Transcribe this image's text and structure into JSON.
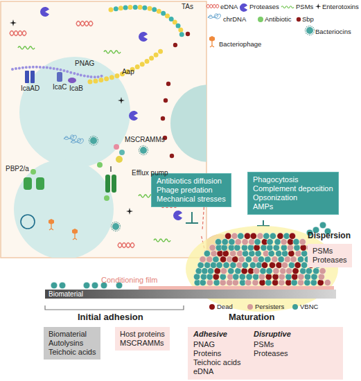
{
  "diagram": {
    "nodes": [
      {
        "text": [
          "Antibiotics diffusion",
          "Phage predation",
          "Mechanical stresses"
        ]
      },
      {
        "text": [
          "Phagocytosis",
          "Complement deposition",
          "Opsonization",
          "AMPs"
        ]
      },
      {
        "text": [
          "Dispersion",
          "PSMs",
          "Proteases"
        ]
      },
      {
        "text": [
          "Biomaterial",
          "Autolysins",
          "Teichoic acids"
        ]
      },
      {
        "text": [
          "Host proteins",
          "MSCRAMMs"
        ]
      },
      {
        "text": [
          "Adhesive",
          "PNAG",
          "Proteins",
          "Teichoic acids",
          "eDNA",
          "Disruptive",
          "PSMs",
          "Proteases"
        ]
      }
    ],
    "labels": [
      "TAs",
      "PNAG",
      "IcaB",
      "IcaC",
      "IcaAD",
      "Aap",
      "MSCRAMMs",
      "PBP2/a",
      "Efflux pump",
      "Conditioning film",
      "Biomaterial",
      "Initial adhesion",
      "Maturation"
    ],
    "legend": [
      {
        "text": "eDNA"
      },
      {
        "text": "Proteases"
      },
      {
        "text": "PSMs"
      },
      {
        "text": "Enterotoxins"
      },
      {
        "text": "chrDNA"
      },
      {
        "text": "Antibiotic"
      },
      {
        "text": "Sbp"
      },
      {
        "text": "Bacteriocins"
      },
      {
        "text": "Bacteriophage"
      },
      {
        "text": "Dead",
        "color": "#8b1212"
      },
      {
        "text": "Persisters",
        "color": "#d49a9a"
      },
      {
        "text": "VBNC",
        "color": "#3d9e98"
      }
    ]
  }
}
